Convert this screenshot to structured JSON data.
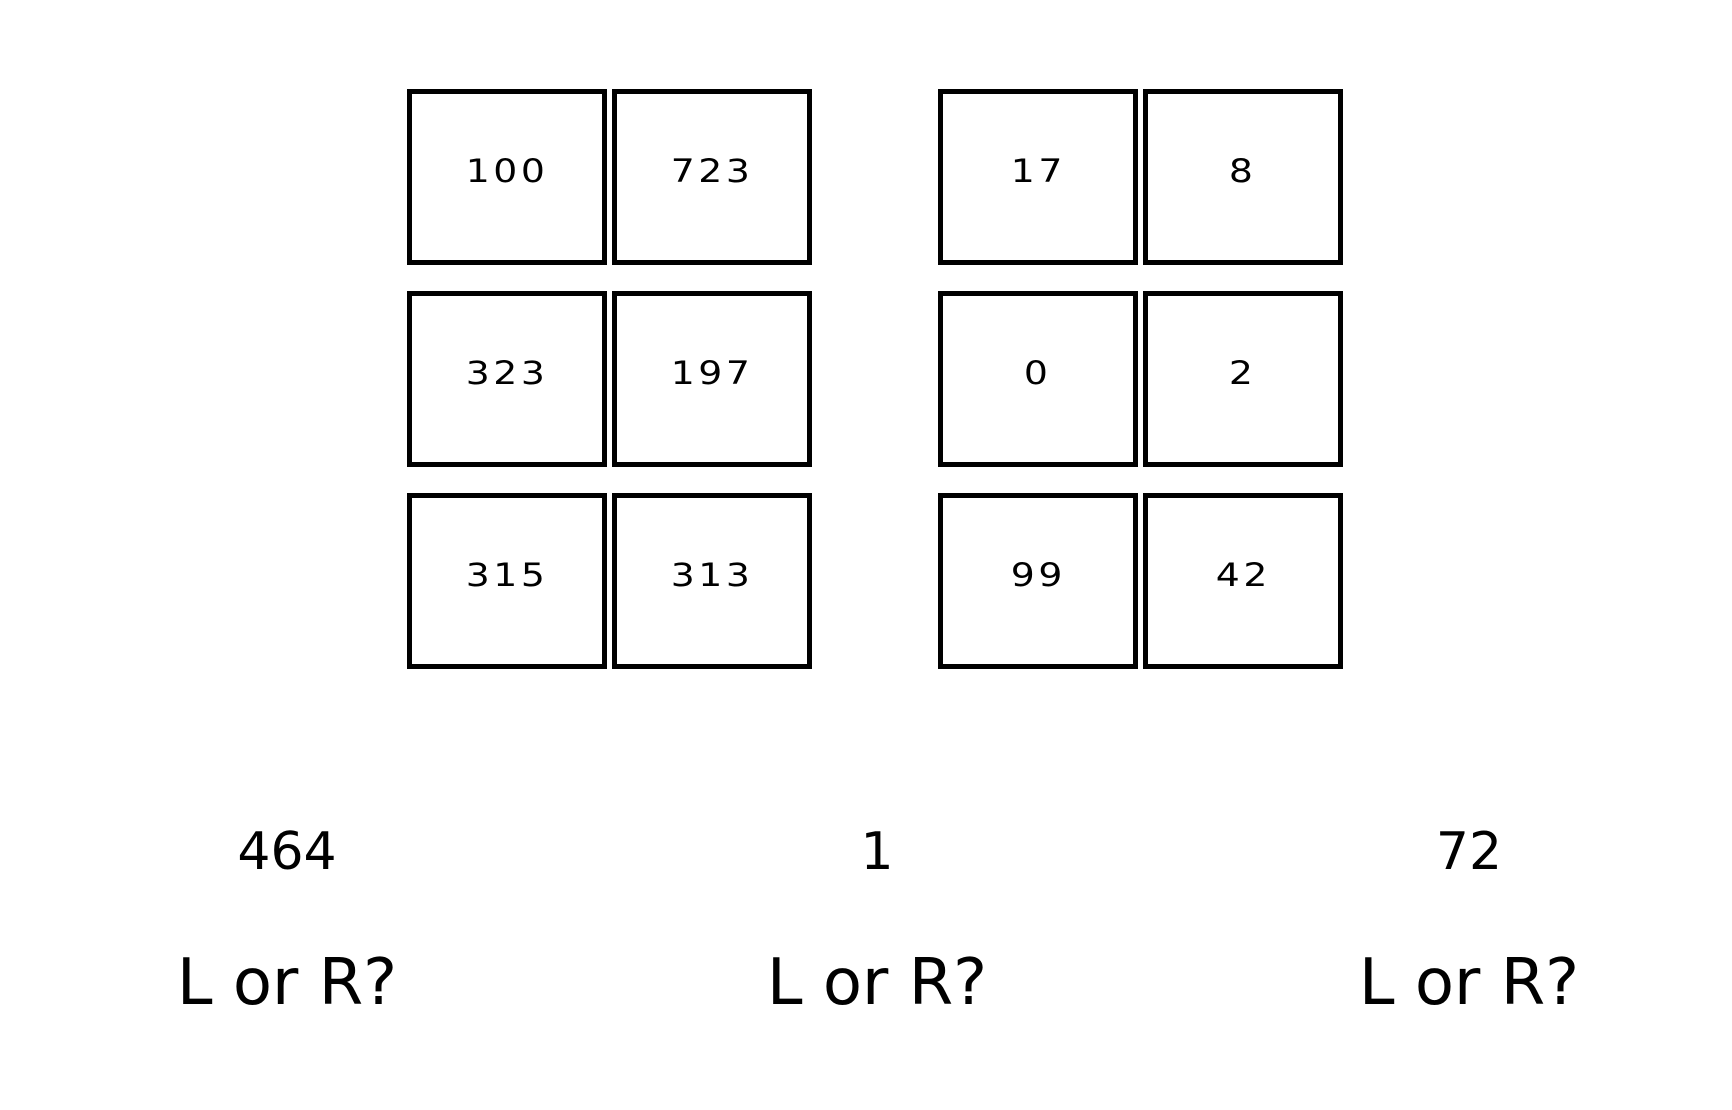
{
  "left_grid": {
    "cells": [
      "100",
      "723",
      "323",
      "197",
      "315",
      "313"
    ]
  },
  "right_grid": {
    "cells": [
      "17",
      "8",
      "0",
      "2",
      "99",
      "42"
    ]
  },
  "prompts": [
    {
      "number": "464",
      "question": "L or R?"
    },
    {
      "number": "1",
      "question": "L or R?"
    },
    {
      "number": "72",
      "question": "L or R?"
    }
  ]
}
